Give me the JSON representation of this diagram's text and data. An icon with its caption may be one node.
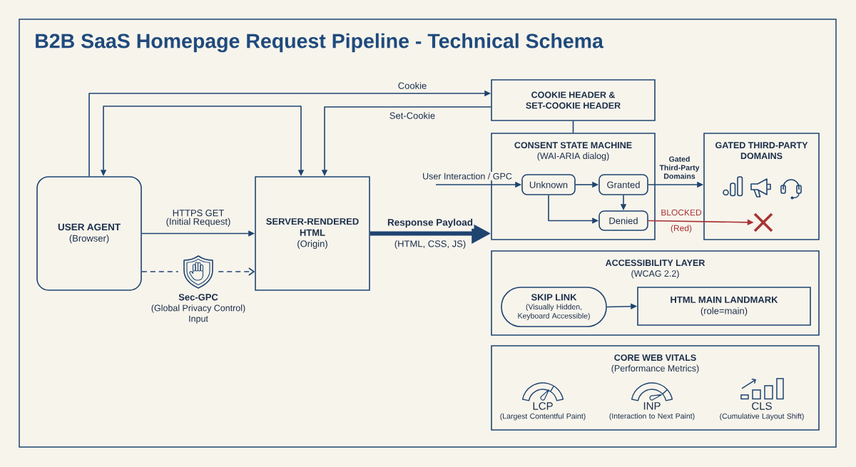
{
  "diagram": {
    "title": "B2B SaaS Homepage Request Pipeline - Technical Schema",
    "nodes": [
      {
        "text": [
          "USER AGENT",
          "(Browser)"
        ]
      },
      {
        "text": [
          "SERVER-RENDERED HTML",
          "(Origin)"
        ]
      },
      {
        "text": [],
        "shape": "picture",
        "beside": [
          "Sec-GPC",
          "(Global Privacy Control) Input"
        ]
      },
      {
        "text": [
          "COOKIE HEADER & SET-COOKIE HEADER"
        ]
      },
      {
        "text": [
          "CONSENT STATE MACHINE",
          "(WAI-ARIA dialog)"
        ]
      },
      {
        "text": [
          "Unknown"
        ],
        "in": 4
      },
      {
        "text": [
          "Granted"
        ],
        "in": 4
      },
      {
        "text": [
          "Denied"
        ],
        "in": 4
      },
      {
        "text": [
          "GATED THIRD-PARTY DOMAINS"
        ]
      },
      {
        "text": [],
        "shape": "cross",
        "in": 8
      },
      {
        "text": [
          "ACCESSIBILITY LAYER",
          "(WCAG 2.2)"
        ]
      },
      {
        "text": [
          "SKIP LINK",
          "(Visually Hidden, Keyboard Accessible)"
        ],
        "in": 10
      },
      {
        "text": [
          "HTML MAIN LANDMARK",
          "(role=main)"
        ],
        "in": 10
      },
      {
        "text": [
          "CORE WEB VITALS",
          "(Performance Metrics)",
          "LCP",
          "(Largest Contentful Paint)",
          "INP",
          "(Interaction to Next Paint)",
          "CLS",
          "(Cumulative Layout Shift)"
        ]
      }
    ],
    "edges": [
      {
        "from": 0,
        "to": 1,
        "arrow": "to",
        "label": "HTTPS GET (Initial Request)"
      },
      {
        "from": 0,
        "to": 3,
        "arrow": "to",
        "label": "Cookie"
      },
      {
        "from": 0,
        "to": 1,
        "arrow": "both"
      },
      {
        "from": 3,
        "to": 1,
        "arrow": "to",
        "label": "Set-Cookie"
      },
      {
        "from": 1,
        "to": 4,
        "arrow": "to",
        "label": "Response Payload",
        "style": "thick"
      },
      {
        "from": 3,
        "to": 4,
        "arrow": "none"
      },
      {
        "from": null,
        "to": 5,
        "arrow": "to",
        "label": "User Interaction / GPC"
      },
      {
        "from": 5,
        "to": 6,
        "arrow": "to"
      },
      {
        "from": 6,
        "to": 7,
        "arrow": "to"
      },
      {
        "from": 5,
        "to": 7,
        "arrow": "to"
      },
      {
        "from": 6,
        "to": 8,
        "arrow": "to",
        "label": "Gated Third-Party Domains"
      },
      {
        "from": 7,
        "to": 9,
        "arrow": "to",
        "label": "BLOCKED",
        "color": "#a83232"
      },
      {
        "from": 11,
        "to": 12,
        "arrow": "to"
      },
      {
        "from": 0,
        "to": 2,
        "arrow": "none",
        "style": "dashed"
      },
      {
        "from": 2,
        "to": 1,
        "arrow": "to",
        "style": "dashed"
      }
    ],
    "labels": [
      "(HTML, CSS, JS)",
      "(Red)"
    ]
  }
}
